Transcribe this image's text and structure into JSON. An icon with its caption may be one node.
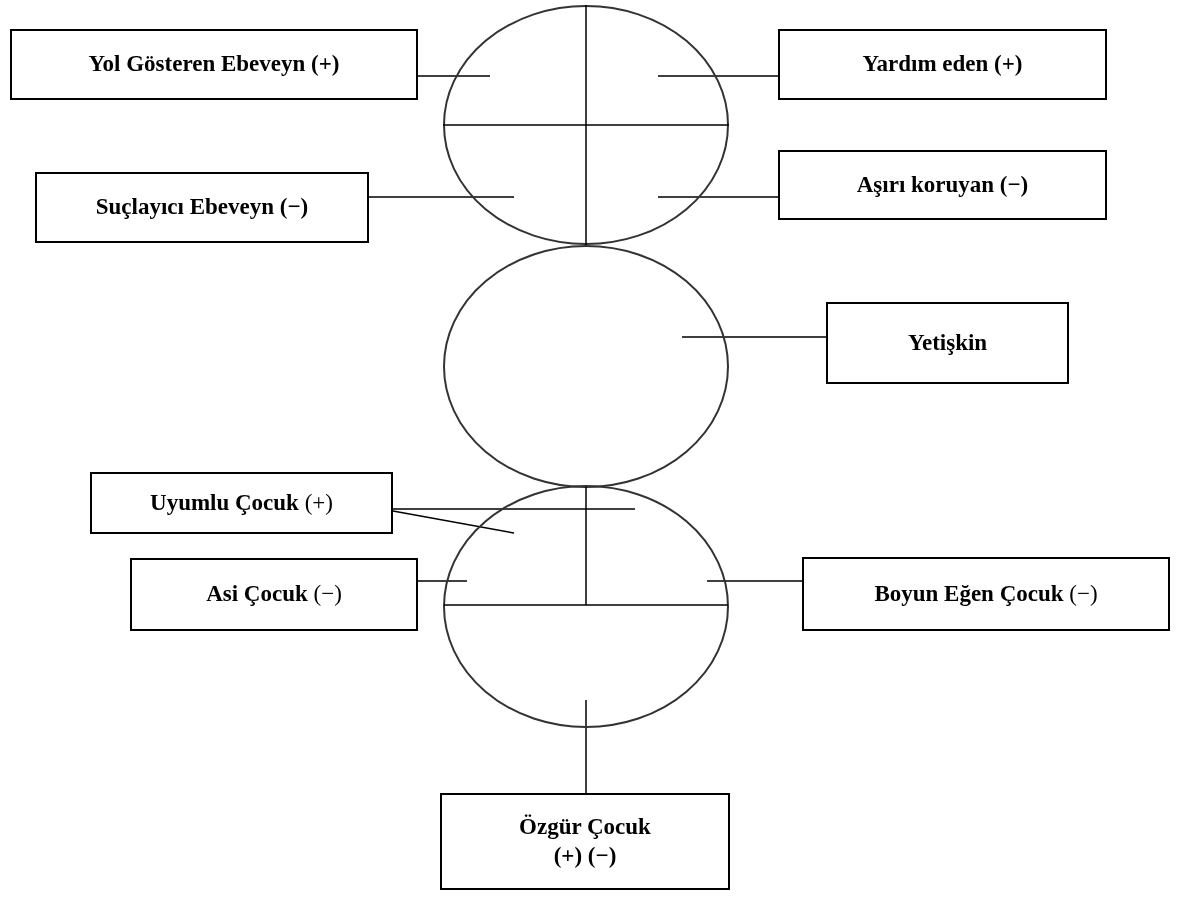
{
  "diagram": {
    "nodes": [
      {
        "text": [
          "Yol Gösteren Ebeveyn (+)"
        ]
      },
      {
        "text": [],
        "shape": "circle"
      },
      {
        "text": [
          "Yardım eden (+)"
        ]
      },
      {
        "text": [
          "Suçlayıcı Ebeveyn (−)"
        ]
      },
      {
        "text": [
          "Aşırı koruyan (−)"
        ]
      },
      {
        "text": [],
        "shape": "circle"
      },
      {
        "text": [
          "Yetişkin"
        ]
      },
      {
        "text": [
          "**Uyumlu Çocuk** (+)"
        ]
      },
      {
        "text": [],
        "shape": "circle"
      },
      {
        "text": [
          "**Asi Çocuk** (−)"
        ]
      },
      {
        "text": [
          "**Boyun Eğen Çocuk** (−)"
        ]
      },
      {
        "text": [
          "**Özgür Çocuk**",
          "(+) (−)"
        ]
      }
    ],
    "edges": [
      {
        "from": 0,
        "to": 1,
        "arrow": "none"
      },
      {
        "from": 2,
        "to": 1,
        "arrow": "none"
      },
      {
        "from": 3,
        "to": 1,
        "arrow": "none"
      },
      {
        "from": 4,
        "to": 1,
        "arrow": "none"
      },
      {
        "from": 6,
        "to": 5,
        "arrow": "none"
      },
      {
        "from": 7,
        "to": 8,
        "arrow": "none"
      },
      {
        "from": 7,
        "to": 8,
        "arrow": "none"
      },
      {
        "from": 9,
        "to": 8,
        "arrow": "none"
      },
      {
        "from": 10,
        "to": 8,
        "arrow": "none"
      },
      {
        "from": 11,
        "to": 8,
        "arrow": "none"
      }
    ]
  }
}
